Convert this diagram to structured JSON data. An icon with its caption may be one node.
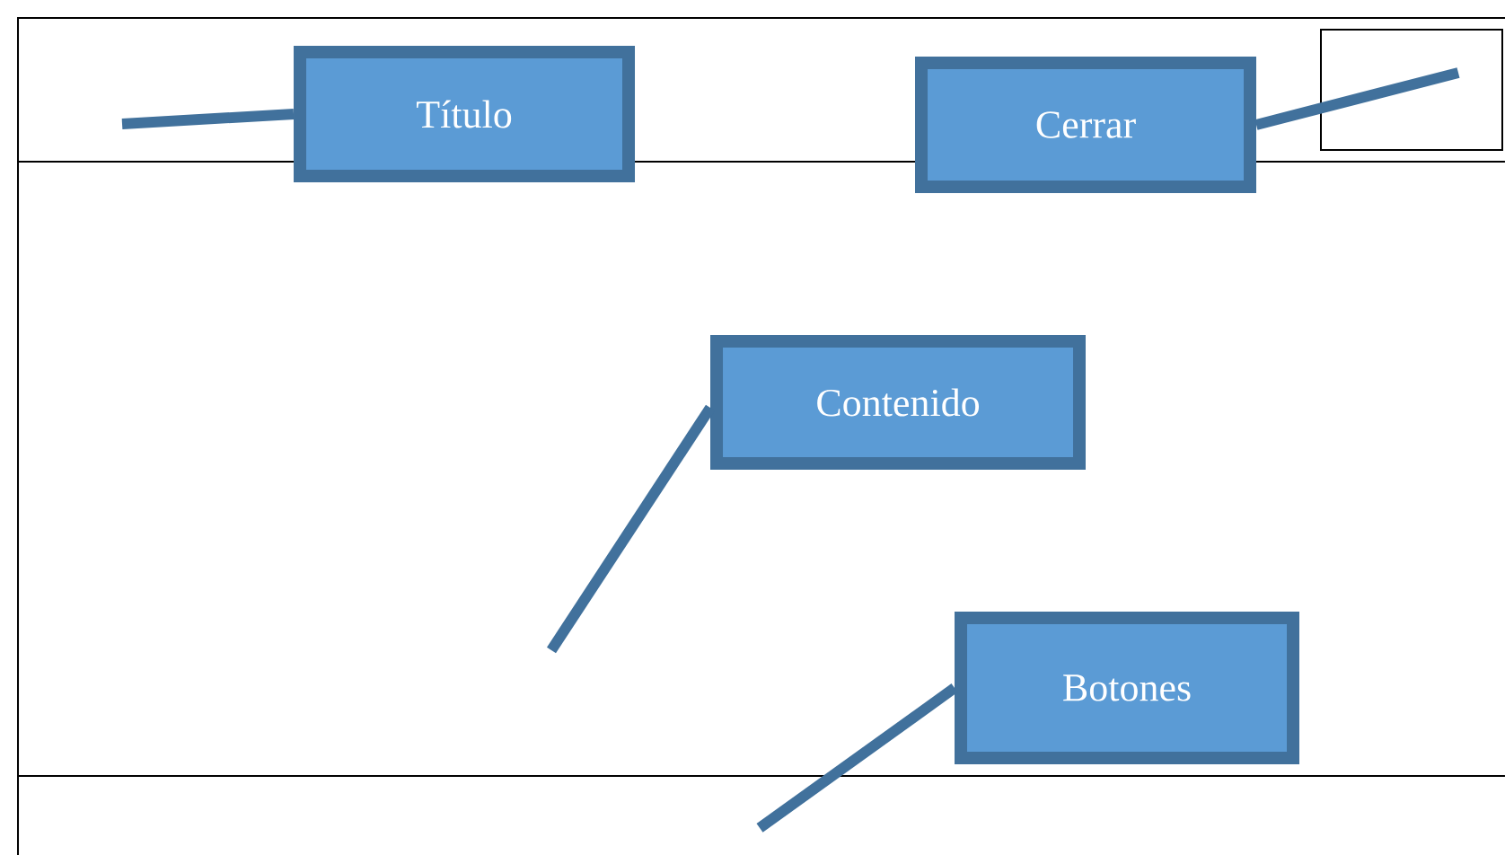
{
  "diagram": {
    "nodes": [
      {
        "text": [
          "Título"
        ]
      },
      {
        "text": [
          "Cerrar"
        ]
      },
      {
        "text": [
          "Contenido"
        ]
      },
      {
        "text": [
          "Botones"
        ]
      },
      {
        "text": [],
        "shape": "box"
      }
    ],
    "edges": [
      {
        "from": 0,
        "to": null,
        "arrow": "none"
      },
      {
        "from": 1,
        "to": 4,
        "arrow": "none"
      },
      {
        "from": 2,
        "to": null,
        "arrow": "none"
      },
      {
        "from": 3,
        "to": null,
        "arrow": "none"
      }
    ]
  }
}
